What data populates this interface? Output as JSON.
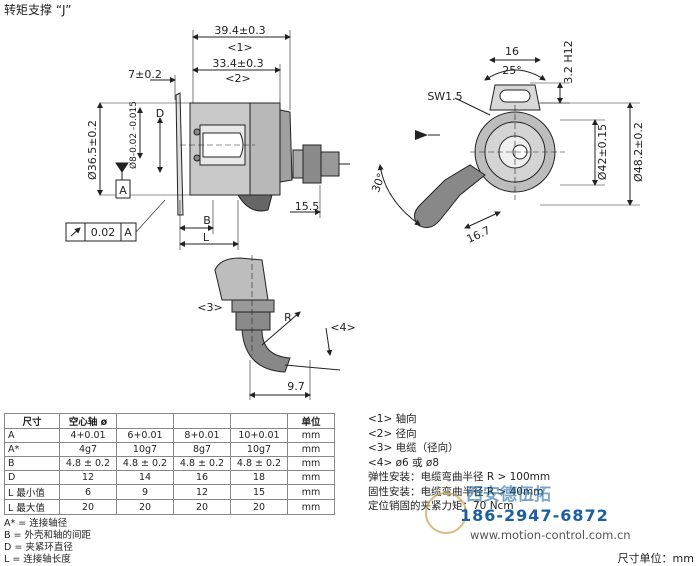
{
  "title": "转矩支撑 “J”",
  "front_view": {
    "dim_39_4": "39.4±0.3",
    "ref_1": "<1>",
    "dim_33_4": "33.4±0.3",
    "ref_2": "<2>",
    "dim_7": "7±0.2",
    "dim_d": "D",
    "dim_bore": "Ø8-0.02 -0.015",
    "dim_36_5": "Ø36.5±0.2",
    "datum_a": "A",
    "tolerance_value": "0.02",
    "tolerance_datum": "A",
    "dim_b": "B",
    "dim_l": "L",
    "dim_15_5": "15.5"
  },
  "side_view": {
    "dim_16": "16",
    "dim_25deg": "25°",
    "dim_3_2": "3.2 H12",
    "sw": "SW1.5",
    "dim_42": "Ø42±0.15",
    "dim_48_2": "Ø48.2±0.2",
    "dim_30deg": "30°",
    "dim_16_7": "16.7"
  },
  "cable_view": {
    "ref_3": "<3>",
    "ref_4": "<4>",
    "dim_r": "R",
    "dim_9_7": "9.7"
  },
  "table": {
    "headers": [
      "尺寸",
      "空心轴 ø",
      "",
      "",
      "",
      "单位"
    ],
    "rows": [
      [
        "A",
        "4+0.01",
        "6+0.01",
        "8+0.01",
        "10+0.01",
        "mm"
      ],
      [
        "A*",
        "4g7",
        "10g7",
        "8g7",
        "10g7",
        "mm"
      ],
      [
        "B",
        "4.8 ± 0.2",
        "4.8 ± 0.2",
        "4.8 ± 0.2",
        "4.8 ± 0.2",
        "mm"
      ],
      [
        "D",
        "12",
        "14",
        "16",
        "18",
        "mm"
      ],
      [
        "L 最小值",
        "6",
        "9",
        "12",
        "15",
        "mm"
      ],
      [
        "L 最大值",
        "20",
        "20",
        "20",
        "20",
        "mm"
      ]
    ]
  },
  "footnotes": [
    "A* = 连接轴径",
    "B = 外壳和轴的间距",
    "D = 夹紧环直径",
    "L = 连接轴长度"
  ],
  "legend": [
    "<1> 轴向",
    "<2> 径向",
    "<3> 电缆（径向）",
    "<4> ø6 或 ø8",
    "弹性安装：电缆弯曲半径 R > 100mm",
    "固性安装：电缆弯曲半径 R > 40mm",
    "定位销固的夹紧力矩：70 Ncm"
  ],
  "unit_label": "尺寸单位：mm",
  "watermark": {
    "company": "西安德伍拓",
    "phone": "186-2947-6872",
    "url": "www.motion-control.com.cn"
  }
}
